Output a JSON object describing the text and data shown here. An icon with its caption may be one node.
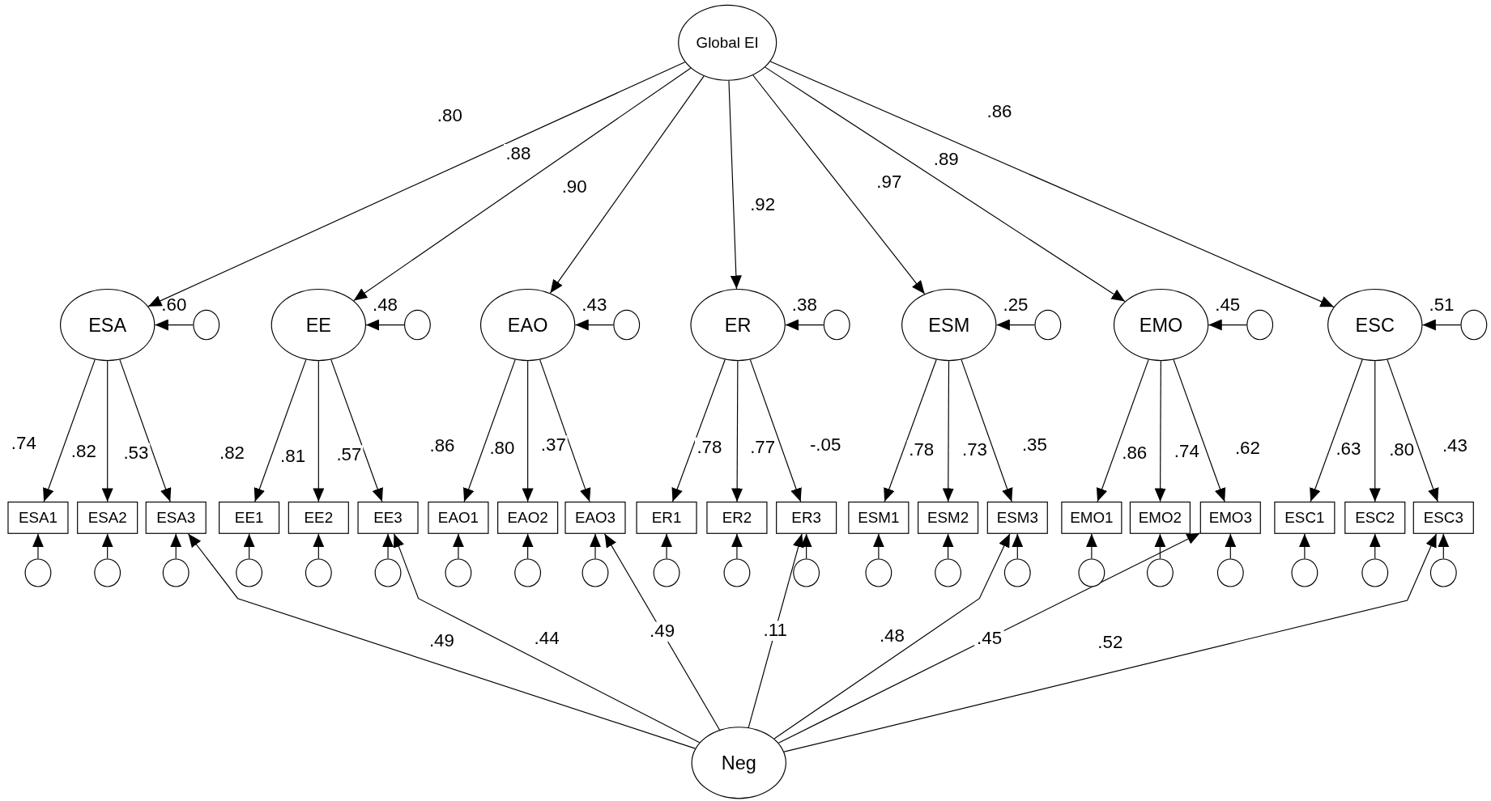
{
  "diagram": {
    "nodes": [
      {
        "text": [
          "Global EI"
        ]
      },
      {
        "text": [
          "ESA"
        ],
        "beside": [
          ".60"
        ]
      },
      {
        "text": [
          "EE"
        ],
        "beside": [
          ".48"
        ]
      },
      {
        "text": [
          "EAO"
        ],
        "beside": [
          ".43"
        ]
      },
      {
        "text": [
          "ER"
        ],
        "beside": [
          ".38"
        ]
      },
      {
        "text": [
          "ESM"
        ],
        "beside": [
          ".25"
        ]
      },
      {
        "text": [
          "EMO"
        ],
        "beside": [
          ".45"
        ]
      },
      {
        "text": [
          "ESC"
        ],
        "beside": [
          ".51"
        ]
      },
      {
        "text": [],
        "shape": "circle"
      },
      {
        "text": [],
        "shape": "circle"
      },
      {
        "text": [],
        "shape": "circle"
      },
      {
        "text": [],
        "shape": "circle"
      },
      {
        "text": [],
        "shape": "circle"
      },
      {
        "text": [],
        "shape": "circle"
      },
      {
        "text": [],
        "shape": "circle"
      },
      {
        "text": [
          "ESA1"
        ]
      },
      {
        "text": [
          "ESA2"
        ]
      },
      {
        "text": [
          "ESA3"
        ]
      },
      {
        "text": [
          "EE1"
        ]
      },
      {
        "text": [
          "EE2"
        ]
      },
      {
        "text": [
          "EE3"
        ]
      },
      {
        "text": [
          "EAO1"
        ]
      },
      {
        "text": [
          "EAO2"
        ]
      },
      {
        "text": [
          "EAO3"
        ]
      },
      {
        "text": [
          "ER1"
        ]
      },
      {
        "text": [
          "ER2"
        ]
      },
      {
        "text": [
          "ER3"
        ]
      },
      {
        "text": [
          "ESM1"
        ]
      },
      {
        "text": [
          "ESM2"
        ]
      },
      {
        "text": [
          "ESM3"
        ]
      },
      {
        "text": [
          "EMO1"
        ]
      },
      {
        "text": [
          "EMO2"
        ]
      },
      {
        "text": [
          "EMO3"
        ]
      },
      {
        "text": [
          "ESC1"
        ]
      },
      {
        "text": [
          "ESC2"
        ]
      },
      {
        "text": [
          "ESC3"
        ]
      },
      {
        "text": [],
        "shape": "circle"
      },
      {
        "text": [],
        "shape": "circle"
      },
      {
        "text": [],
        "shape": "circle"
      },
      {
        "text": [],
        "shape": "circle"
      },
      {
        "text": [],
        "shape": "circle"
      },
      {
        "text": [],
        "shape": "circle"
      },
      {
        "text": [],
        "shape": "circle"
      },
      {
        "text": [],
        "shape": "circle"
      },
      {
        "text": [],
        "shape": "circle"
      },
      {
        "text": [],
        "shape": "circle"
      },
      {
        "text": [],
        "shape": "circle"
      },
      {
        "text": [],
        "shape": "circle"
      },
      {
        "text": [],
        "shape": "circle"
      },
      {
        "text": [],
        "shape": "circle"
      },
      {
        "text": [],
        "shape": "circle"
      },
      {
        "text": [],
        "shape": "circle"
      },
      {
        "text": [],
        "shape": "circle"
      },
      {
        "text": [],
        "shape": "circle"
      },
      {
        "text": [],
        "shape": "circle"
      },
      {
        "text": [],
        "shape": "circle"
      },
      {
        "text": [],
        "shape": "circle"
      },
      {
        "text": [
          "Neg"
        ]
      }
    ],
    "edges": [
      {
        "from": 0,
        "to": 1,
        "arrow": "to",
        "label": ".80"
      },
      {
        "from": 0,
        "to": 2,
        "arrow": "to",
        "label": ".88"
      },
      {
        "from": 0,
        "to": 3,
        "arrow": "to",
        "label": ".90"
      },
      {
        "from": 0,
        "to": 4,
        "arrow": "to",
        "label": ".92"
      },
      {
        "from": 0,
        "to": 5,
        "arrow": "to",
        "label": ".97"
      },
      {
        "from": 0,
        "to": 6,
        "arrow": "to",
        "label": ".89"
      },
      {
        "from": 0,
        "to": 7,
        "arrow": "to",
        "label": ".86"
      },
      {
        "from": 8,
        "to": 1,
        "arrow": "to"
      },
      {
        "from": 9,
        "to": 2,
        "arrow": "to"
      },
      {
        "from": 10,
        "to": 3,
        "arrow": "to"
      },
      {
        "from": 11,
        "to": 4,
        "arrow": "to"
      },
      {
        "from": 12,
        "to": 5,
        "arrow": "to"
      },
      {
        "from": 13,
        "to": 6,
        "arrow": "to"
      },
      {
        "from": 14,
        "to": 7,
        "arrow": "to"
      },
      {
        "from": 1,
        "to": 15,
        "arrow": "to",
        "label": ".74"
      },
      {
        "from": 1,
        "to": 16,
        "arrow": "to",
        "label": ".82"
      },
      {
        "from": 1,
        "to": 17,
        "arrow": "to",
        "label": ".53"
      },
      {
        "from": 2,
        "to": 18,
        "arrow": "to",
        "label": ".82"
      },
      {
        "from": 2,
        "to": 19,
        "arrow": "to",
        "label": ".81"
      },
      {
        "from": 2,
        "to": 20,
        "arrow": "to",
        "label": ".57"
      },
      {
        "from": 3,
        "to": 21,
        "arrow": "to",
        "label": ".86"
      },
      {
        "from": 3,
        "to": 22,
        "arrow": "to",
        "label": ".80"
      },
      {
        "from": 3,
        "to": 23,
        "arrow": "to",
        "label": ".37"
      },
      {
        "from": 4,
        "to": 24,
        "arrow": "to",
        "label": ".78"
      },
      {
        "from": 4,
        "to": 25,
        "arrow": "to",
        "label": ".77"
      },
      {
        "from": 4,
        "to": 26,
        "arrow": "to",
        "label": "-.05"
      },
      {
        "from": 5,
        "to": 27,
        "arrow": "to",
        "label": ".78"
      },
      {
        "from": 5,
        "to": 28,
        "arrow": "to",
        "label": ".73"
      },
      {
        "from": 5,
        "to": 29,
        "arrow": "to",
        "label": ".35"
      },
      {
        "from": 6,
        "to": 30,
        "arrow": "to",
        "label": ".86"
      },
      {
        "from": 6,
        "to": 31,
        "arrow": "to",
        "label": ".74"
      },
      {
        "from": 6,
        "to": 32,
        "arrow": "to",
        "label": ".62"
      },
      {
        "from": 7,
        "to": 33,
        "arrow": "to",
        "label": ".63"
      },
      {
        "from": 7,
        "to": 34,
        "arrow": "to",
        "label": ".80"
      },
      {
        "from": 7,
        "to": 35,
        "arrow": "to",
        "label": ".43"
      },
      {
        "from": 36,
        "to": 15,
        "arrow": "to"
      },
      {
        "from": 37,
        "to": 16,
        "arrow": "to"
      },
      {
        "from": 38,
        "to": 17,
        "arrow": "to"
      },
      {
        "from": 39,
        "to": 18,
        "arrow": "to"
      },
      {
        "from": 40,
        "to": 19,
        "arrow": "to"
      },
      {
        "from": 41,
        "to": 20,
        "arrow": "to"
      },
      {
        "from": 42,
        "to": 21,
        "arrow": "to"
      },
      {
        "from": 43,
        "to": 22,
        "arrow": "to"
      },
      {
        "from": 44,
        "to": 23,
        "arrow": "to"
      },
      {
        "from": 45,
        "to": 24,
        "arrow": "to"
      },
      {
        "from": 46,
        "to": 25,
        "arrow": "to"
      },
      {
        "from": 47,
        "to": 26,
        "arrow": "to"
      },
      {
        "from": 48,
        "to": 27,
        "arrow": "to"
      },
      {
        "from": 49,
        "to": 28,
        "arrow": "to"
      },
      {
        "from": 50,
        "to": 29,
        "arrow": "to"
      },
      {
        "from": 51,
        "to": 30,
        "arrow": "to"
      },
      {
        "from": 52,
        "to": 31,
        "arrow": "to"
      },
      {
        "from": 53,
        "to": 32,
        "arrow": "to"
      },
      {
        "from": 54,
        "to": 33,
        "arrow": "to"
      },
      {
        "from": 55,
        "to": 34,
        "arrow": "to"
      },
      {
        "from": 56,
        "to": 35,
        "arrow": "to"
      },
      {
        "from": 57,
        "to": 17,
        "arrow": "to",
        "label": ".49"
      },
      {
        "from": 57,
        "to": 20,
        "arrow": "to",
        "label": ".44"
      },
      {
        "from": 57,
        "to": 23,
        "arrow": "to",
        "label": ".49"
      },
      {
        "from": 57,
        "to": 26,
        "arrow": "to",
        "label": ".11"
      },
      {
        "from": 57,
        "to": 29,
        "arrow": "to",
        "label": ".48"
      },
      {
        "from": 57,
        "to": 32,
        "arrow": "to",
        "label": ".45"
      },
      {
        "from": 57,
        "to": 35,
        "arrow": "to",
        "label": ".52"
      }
    ]
  }
}
